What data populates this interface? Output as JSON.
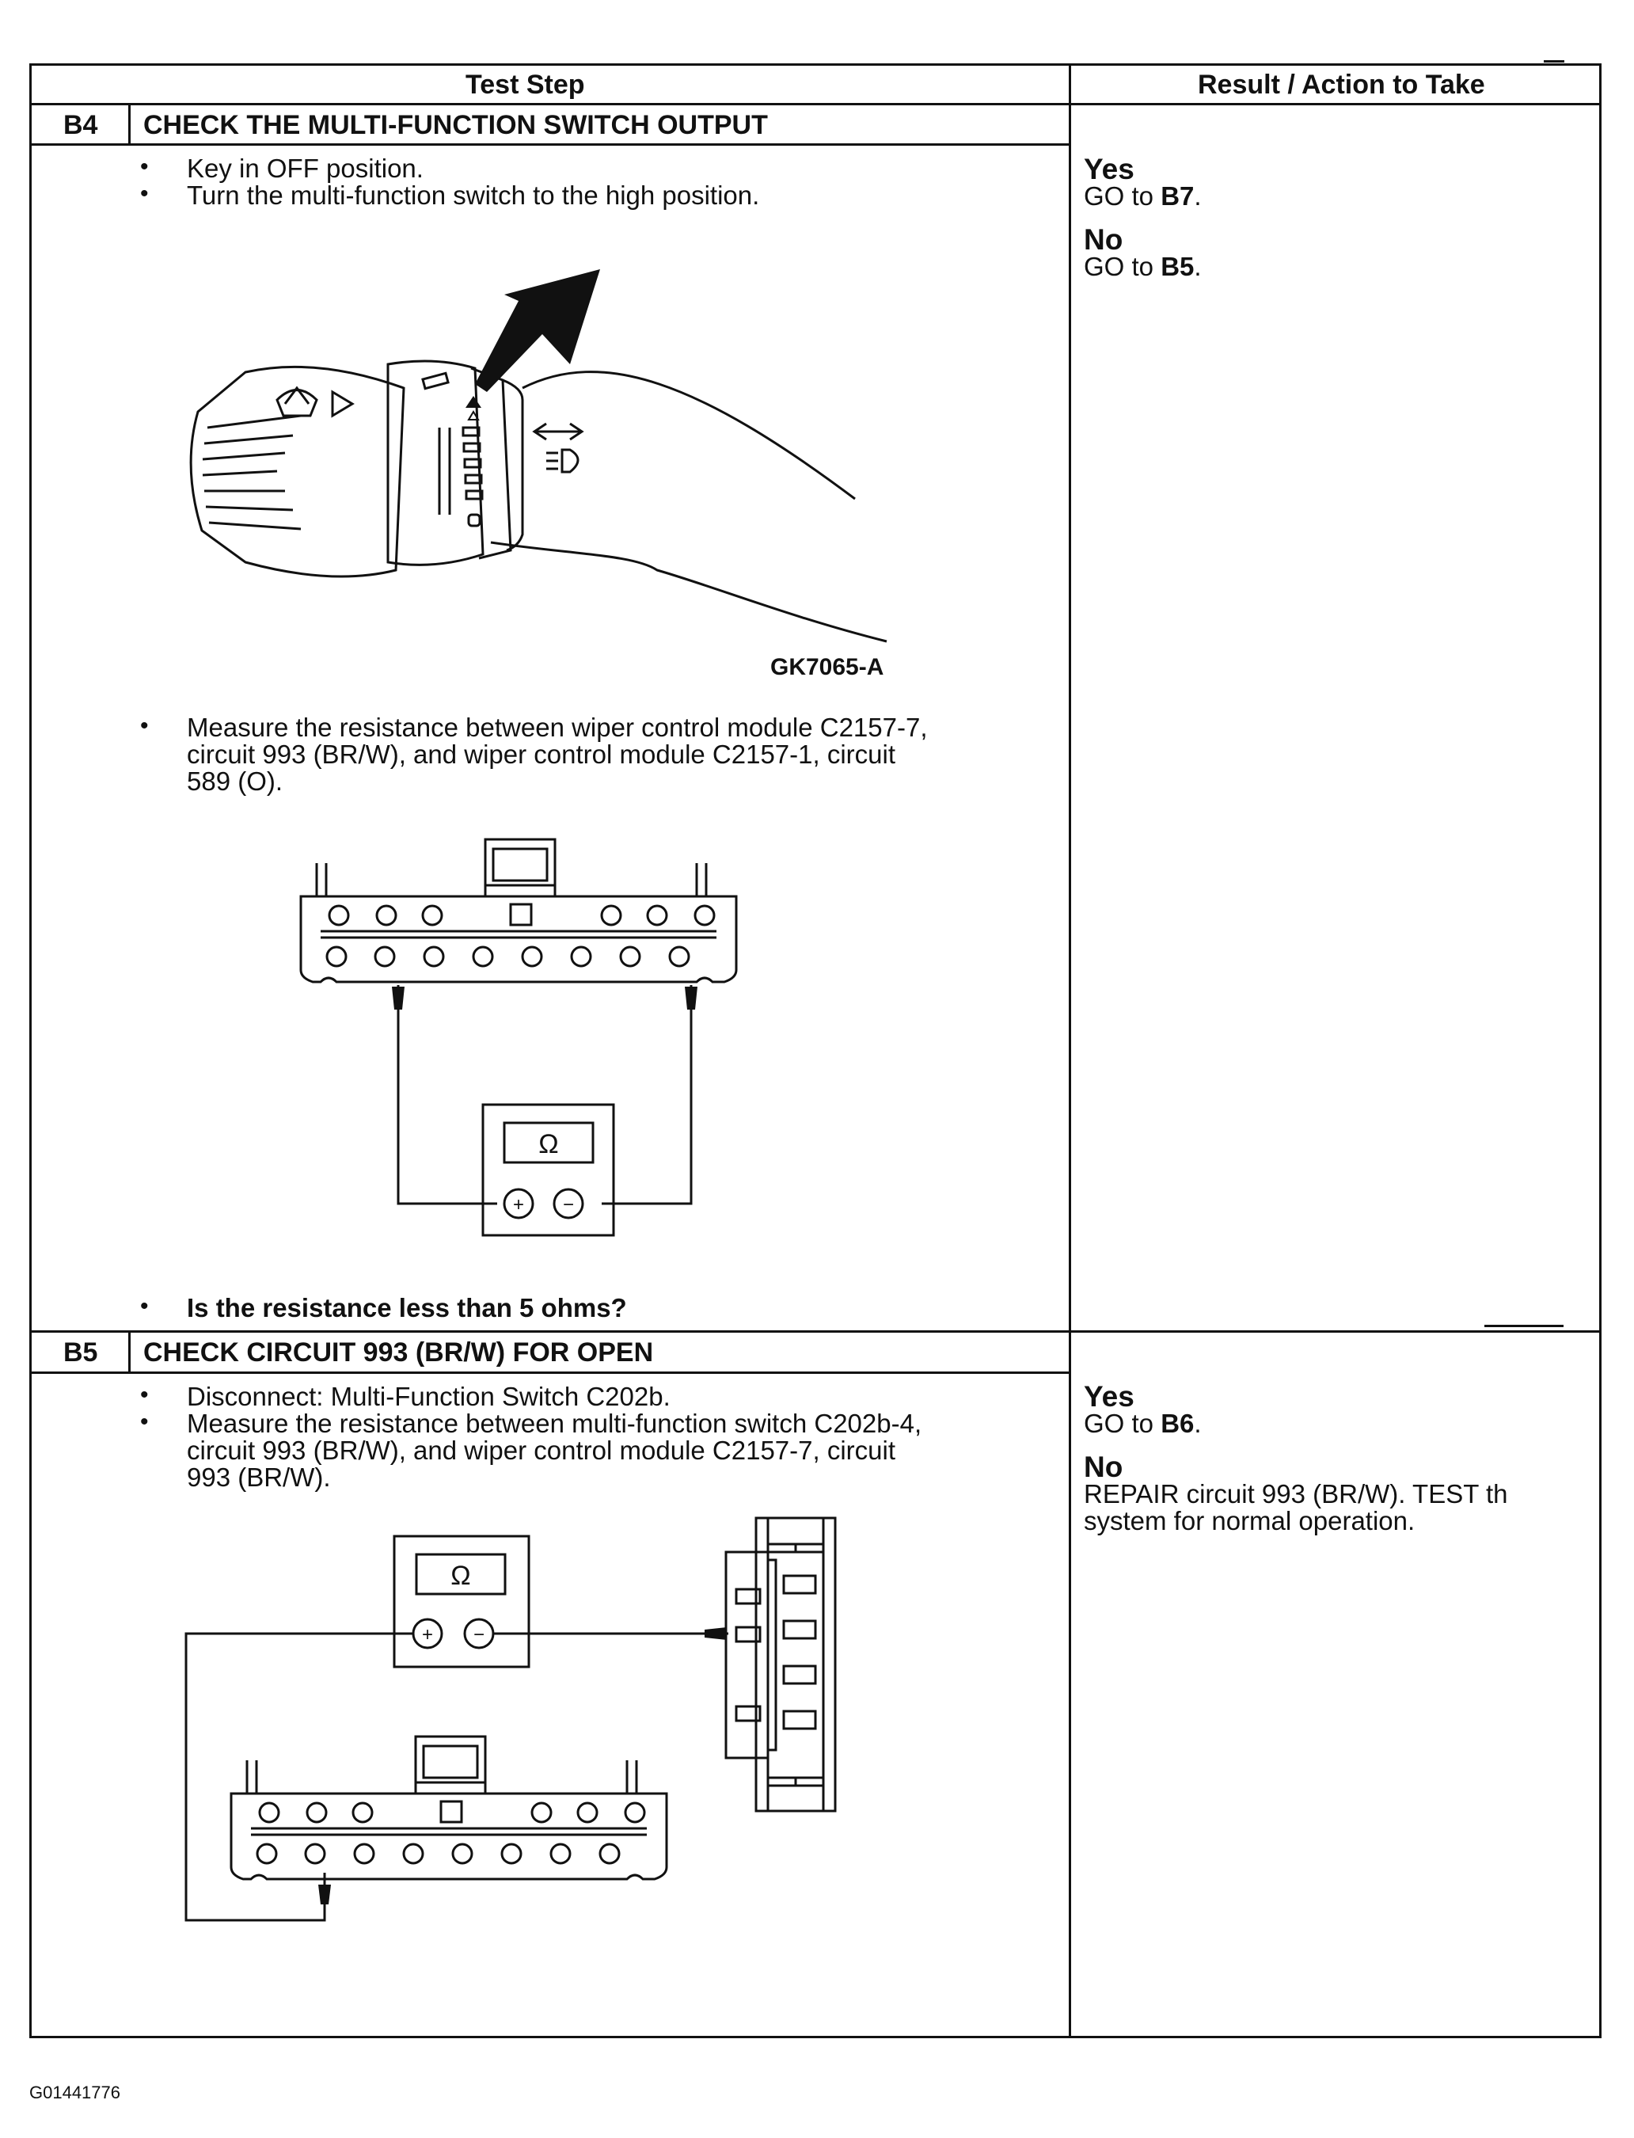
{
  "header": {
    "test_step": "Test Step",
    "result_action": "Result / Action to Take"
  },
  "b4": {
    "id": "B4",
    "title": "CHECK THE MULTI-FUNCTION SWITCH OUTPUT",
    "bullets": [
      "Key in OFF position.",
      "Turn the multi-function switch to the high position."
    ],
    "figure_caption": "GK7065-A",
    "measure_lines": [
      "Measure the resistance between wiper control module C2157-7,",
      "circuit 993 (BR/W), and wiper control module C2157-1, circuit",
      "589 (O)."
    ],
    "question": "Is the resistance less than 5 ohms?",
    "result": {
      "yes_label": "Yes",
      "yes_go": "GO to",
      "yes_target": "B7",
      "no_label": "No",
      "no_go": "GO to",
      "no_target": "B5"
    }
  },
  "b5": {
    "id": "B5",
    "title": "CHECK CIRCUIT 993 (BR/W) FOR OPEN",
    "bullet1": "Disconnect: Multi-Function Switch C202b.",
    "bullet2_lines": [
      "Measure the resistance between multi-function switch C202b-4,",
      "circuit 993 (BR/W), and wiper control module C2157-7, circuit",
      "993 (BR/W)."
    ],
    "result": {
      "yes_label": "Yes",
      "yes_go": "GO to",
      "yes_target": "B6",
      "no_label": "No",
      "no_line1": "REPAIR circuit 993 (BR/W). TEST th",
      "no_line2": "system for normal operation."
    }
  },
  "meter_symbol": "Ω",
  "plus": "+",
  "minus": "−",
  "footer_code": "G01441776"
}
